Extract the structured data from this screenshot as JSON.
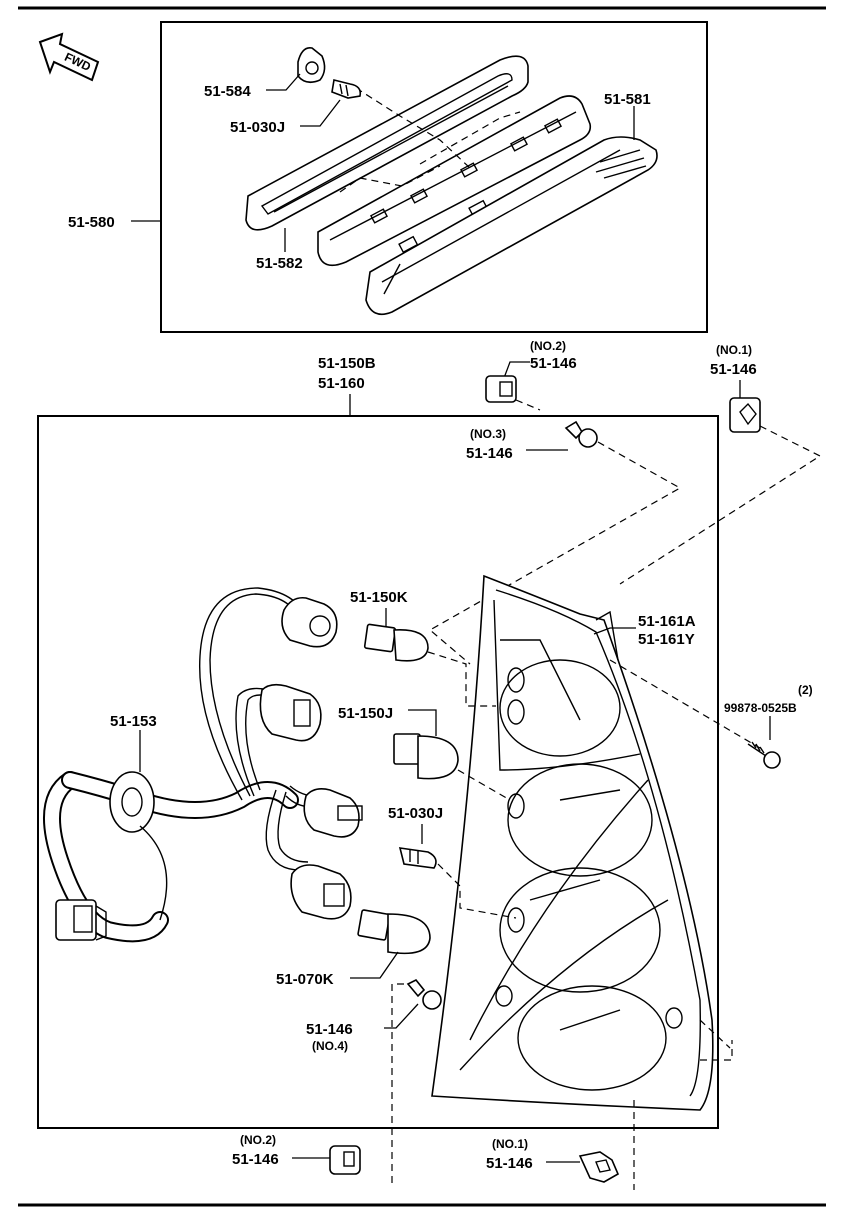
{
  "fwd_label": "FWD",
  "upper": {
    "c_51_580": "51-580",
    "c_51_581": "51-581",
    "c_51_582": "51-582",
    "c_51_584": "51-584",
    "c_51_030J": "51-030J"
  },
  "lower": {
    "group_a": "51-150B",
    "group_b": "51-160",
    "c_51_150K": "51-150K",
    "c_51_150J": "51-150J",
    "c_51_030J": "51-030J",
    "c_51_070K": "51-070K",
    "c_51_153": "51-153",
    "c_51_161A": "51-161A",
    "c_51_161Y": "51-161Y",
    "screw_qty": "(2)",
    "screw_part": "99878-0525B",
    "clip_no2_top": {
      "tag": "(NO.2)",
      "code": "51-146"
    },
    "clip_no1_top": {
      "tag": "(NO.1)",
      "code": "51-146"
    },
    "clip_no3": {
      "tag": "(NO.3)",
      "code": "51-146"
    },
    "clip_no4": {
      "tag": "(NO.4)",
      "code": "51-146"
    },
    "clip_no2_bottom": {
      "tag": "(NO.2)",
      "code": "51-146"
    },
    "clip_no1_bottom": {
      "tag": "(NO.1)",
      "code": "51-146"
    }
  }
}
